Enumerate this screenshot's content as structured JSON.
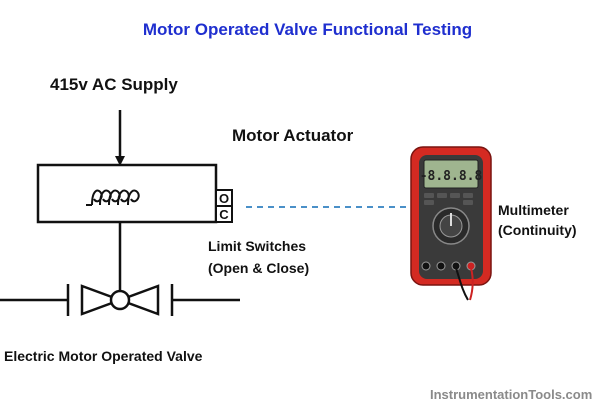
{
  "title": "Motor Operated Valve Functional Testing",
  "supply_label": "415v AC Supply",
  "actuator_label": "Motor Actuator",
  "limit_switches": {
    "line1": "Limit Switches",
    "line2": "(Open & Close)",
    "open_letter": "O",
    "close_letter": "C"
  },
  "multimeter": {
    "line1": "Multimeter",
    "line2": "(Continuity)",
    "display": "-8.8.8.8"
  },
  "valve_label": "Electric Motor Operated Valve",
  "watermark": "InstrumentationTools.com",
  "colors": {
    "title": "#1f2fcf",
    "dashed_link": "#4a90c8",
    "multimeter_body": "#d42a22"
  }
}
